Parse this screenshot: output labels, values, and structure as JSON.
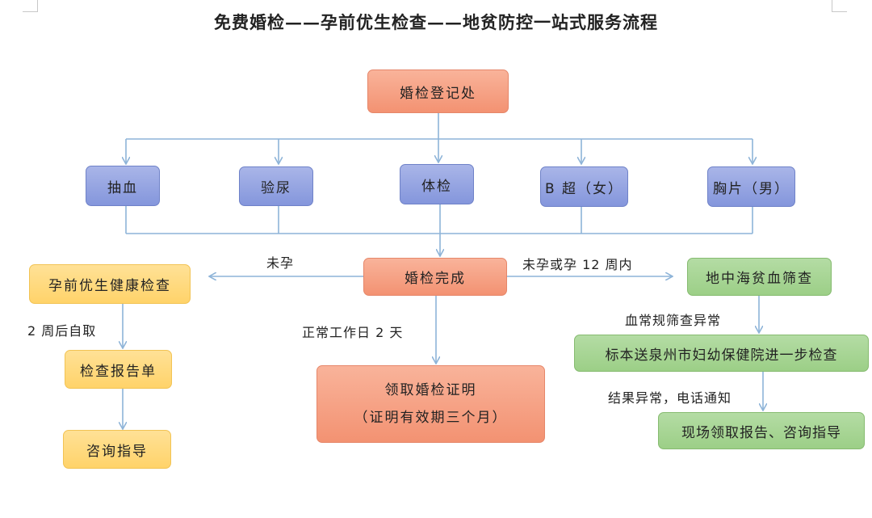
{
  "title": "免费婚检——孕前优生检查——地贫防控一站式服务流程",
  "nodes": {
    "registration": "婚检登记处",
    "blood_draw": "抽血",
    "urine_test": "验尿",
    "physical_exam": "体检",
    "b_ultrasound": "B 超（女）",
    "chest_xray": "胸片（男）",
    "exam_complete": "婚检完成",
    "preconception_check": "孕前优生健康检查",
    "report_sheet": "检查报告单",
    "consult_guidance": "咨询指导",
    "certificate_line1": "领取婚检证明",
    "certificate_line2": "（证明有效期三个月）",
    "thalassemia_screening": "地中海贫血筛查",
    "sample_sent": "标本送泉州市妇幼保健院进一步检查",
    "onsite_report": "现场领取报告、咨询指导"
  },
  "edge_labels": {
    "not_pregnant": "未孕",
    "not_or_under12w": "未孕或孕 12 周内",
    "two_weeks": "2 周后自取",
    "workdays": "正常工作日 2 天",
    "abnormal_routine": "血常规筛查异常",
    "abnormal_result": "结果异常，电话通知"
  },
  "colors": {
    "line": "#8eb4d8",
    "orange": "#f39272",
    "blue": "#8496dc",
    "green": "#9ccf87",
    "yellow": "#ffd36a"
  }
}
